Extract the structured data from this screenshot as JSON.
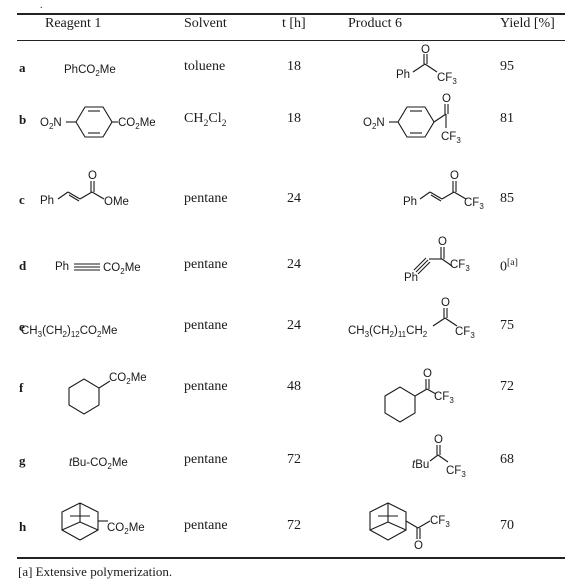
{
  "header": {
    "reagent": "Reagent 1",
    "solvent": "Solvent",
    "time": "t [h]",
    "product": "Product 6",
    "yield": "Yield [%]"
  },
  "rows": [
    {
      "label": "a",
      "solvent": "toluene",
      "time": "18",
      "yield": "95"
    },
    {
      "label": "b",
      "solvent": "CH2Cl2",
      "time": "18",
      "yield": "81"
    },
    {
      "label": "c",
      "solvent": "pentane",
      "time": "24",
      "yield": "85"
    },
    {
      "label": "d",
      "solvent": "pentane",
      "time": "24",
      "yield": "0"
    },
    {
      "label": "e",
      "solvent": "pentane",
      "time": "24",
      "yield": "75"
    },
    {
      "label": "f",
      "solvent": "pentane",
      "time": "48",
      "yield": "72"
    },
    {
      "label": "g",
      "solvent": "pentane",
      "time": "72",
      "yield": "68"
    },
    {
      "label": "h",
      "solvent": "pentane",
      "time": "72",
      "yield": "70"
    }
  ],
  "reagents": {
    "a": "PhCO2Me",
    "b_left": "O2N",
    "b_right": "CO2Me",
    "c_left": "Ph",
    "c_right": "OMe",
    "c_o": "O",
    "d_left": "Ph",
    "d_right": "CO2Me",
    "e": "CH3(CH2)12CO2Me",
    "f": "CO2Me",
    "g": "tBu-CO2Me",
    "h": "CO2Me"
  },
  "products": {
    "a_ph": "Ph",
    "a_cf3": "CF3",
    "a_o": "O",
    "b_no2": "O2N",
    "b_cf3": "CF3",
    "b_o": "O",
    "c_ph": "Ph",
    "c_cf3": "CF3",
    "c_o": "O",
    "d_ph": "Ph",
    "d_cf3": "CF3",
    "d_o": "O",
    "e_chain": "CH3(CH2)11CH2",
    "e_cf3": "CF3",
    "e_o": "O",
    "f_cf3": "CF3",
    "f_o": "O",
    "g_tbu": "tBu",
    "g_cf3": "CF3",
    "g_o": "O",
    "h_cf3": "CF3",
    "h_o": "O"
  },
  "footnote_ref": "[a]",
  "footnote": "[a] Extensive polymerization.",
  "top_mark": "."
}
